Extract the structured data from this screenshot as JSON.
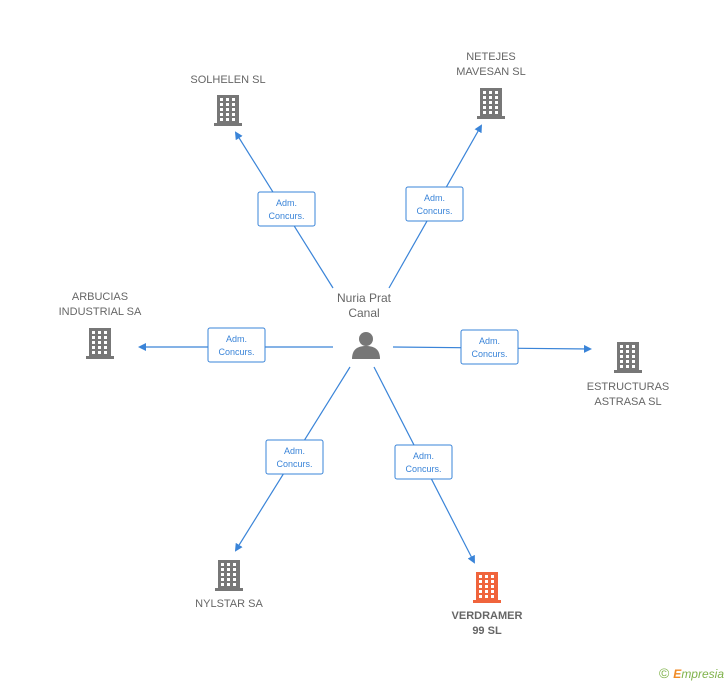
{
  "center": {
    "name_line1": "Nuria Prat",
    "name_line2": "Canal",
    "icon": "person-icon"
  },
  "companies": [
    {
      "id": "solhelen",
      "lines": [
        "SOLHELEN SL"
      ],
      "highlight": false,
      "icon": "building-icon"
    },
    {
      "id": "netejes",
      "lines": [
        "NETEJES",
        "MAVESAN SL"
      ],
      "highlight": false,
      "icon": "building-icon"
    },
    {
      "id": "arbucias",
      "lines": [
        "ARBUCIAS",
        "INDUSTRIAL SA"
      ],
      "highlight": false,
      "icon": "building-icon"
    },
    {
      "id": "estructuras",
      "lines": [
        "ESTRUCTURAS",
        "ASTRASA SL"
      ],
      "highlight": false,
      "icon": "building-icon"
    },
    {
      "id": "nylstar",
      "lines": [
        "NYLSTAR SA"
      ],
      "highlight": false,
      "icon": "building-icon"
    },
    {
      "id": "verdramer",
      "lines": [
        "VERDRAMER",
        "99 SL"
      ],
      "highlight": true,
      "icon": "building-icon"
    }
  ],
  "edges": [
    {
      "to": "solhelen",
      "role_line1": "Adm.",
      "role_line2": "Concurs."
    },
    {
      "to": "netejes",
      "role_line1": "Adm.",
      "role_line2": "Concurs."
    },
    {
      "to": "arbucias",
      "role_line1": "Adm.",
      "role_line2": "Concurs."
    },
    {
      "to": "estructuras",
      "role_line1": "Adm.",
      "role_line2": "Concurs."
    },
    {
      "to": "nylstar",
      "role_line1": "Adm.",
      "role_line2": "Concurs."
    },
    {
      "to": "verdramer",
      "role_line1": "Adm.",
      "role_line2": "Concurs."
    }
  ],
  "colors": {
    "edge": "#3a84d8",
    "building": "#777777",
    "highlight_building": "#f0643c"
  },
  "brand": {
    "copyright": "©",
    "e_letter": "E",
    "rest": "mpresia"
  }
}
